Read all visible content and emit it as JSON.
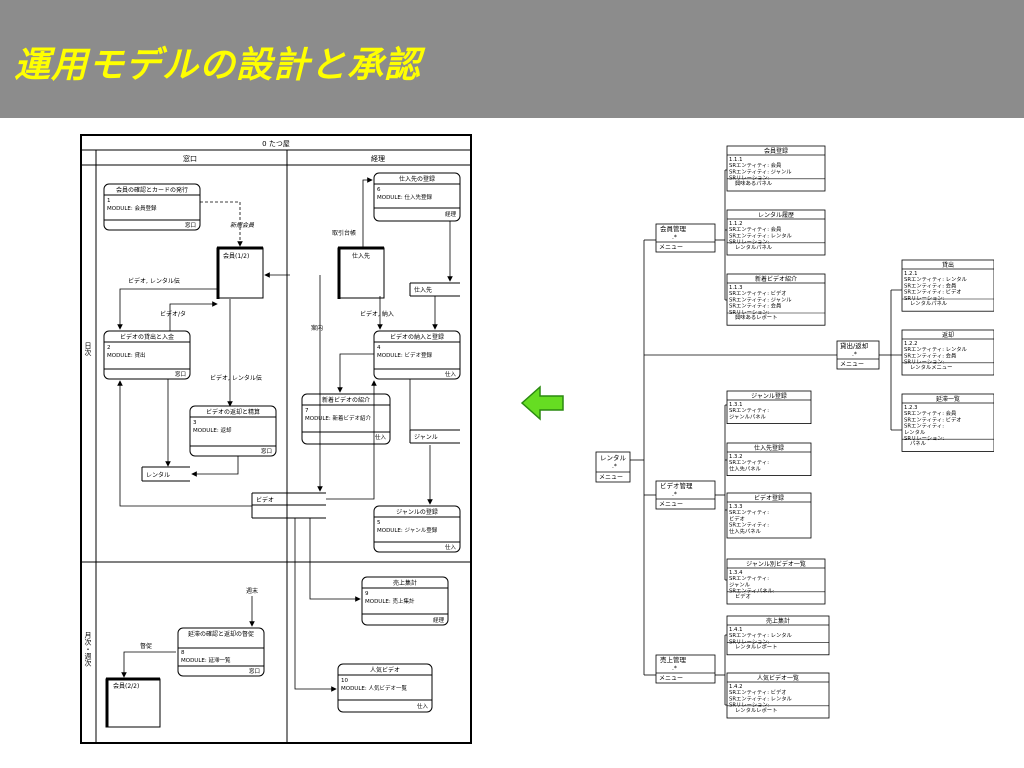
{
  "slide": {
    "title": "運用モデルの設計と承認"
  },
  "dfd": {
    "org": "0 たつ屋",
    "lanes": {
      "madoguchi": "窓口",
      "keiri": "経理"
    },
    "bands": {
      "daily": "日次",
      "monthly": "月次・週次"
    },
    "processes": [
      {
        "name": "会員の確認とカードの発行",
        "number": "1",
        "module": "MODULE: 会員登録",
        "actor": "窓口"
      },
      {
        "name": "ビデオの貸出と入金",
        "number": "2",
        "module": "MODULE: 貸出",
        "actor": "窓口"
      },
      {
        "name": "ビデオの返却と精算",
        "number": "3",
        "module": "MODULE: 返却",
        "actor": "窓口"
      },
      {
        "name": "ビデオの納入と登録",
        "number": "4",
        "module": "MODULE: ビデオ登録",
        "actor": "仕入"
      },
      {
        "name": "ジャンルの登録",
        "number": "5",
        "module": "MODULE: ジャンル登録",
        "actor": "仕入"
      },
      {
        "name": "仕入先の登録",
        "number": "6",
        "module": "MODULE: 仕入先登録",
        "actor": "経理"
      },
      {
        "name": "新着ビデオの紹介",
        "number": "7",
        "module": "MODULE: 新着ビデオ紹介",
        "actor": "仕入"
      },
      {
        "name": "延滞の確認と返却の督促",
        "number": "8",
        "module": "MODULE: 延滞一覧",
        "actor": "窓口"
      },
      {
        "name": "売上集計",
        "number": "9",
        "module": "MODULE: 売上集計",
        "actor": "経理"
      },
      {
        "name": "人気ビデオ",
        "number": "10",
        "module": "MODULE: 人気ビデオ一覧",
        "actor": "仕入"
      }
    ],
    "entities": {
      "member1": "会員(1/2)",
      "member2": "会員(2/2)",
      "supplier": "仕入先"
    },
    "stores": {
      "rental": "レンタル",
      "video": "ビデオ",
      "supplier": "仕入先",
      "genre": "ジャンル"
    },
    "flows": {
      "new_member": "新規会員",
      "video_rental": "ビデオ, レンタル伝",
      "video_data": "ビデオ/タ",
      "video_rental2": "ビデオ, レンタル伝",
      "ledger": "取引台帳",
      "delivery": "ビデオ, 納入",
      "guide": "案内",
      "weekend": "週末",
      "reminder": "督促"
    }
  },
  "menu": {
    "root": {
      "title": "レンタル",
      "mult": ".*",
      "type": "メニュー"
    },
    "groups": [
      {
        "title": "会員管理",
        "mult": ".*",
        "type": "メニュー"
      },
      {
        "title": "貸出/返却",
        "mult": ".*",
        "type": "メニュー"
      },
      {
        "title": "ビデオ管理",
        "mult": ".*",
        "type": "メニュー"
      },
      {
        "title": "売上管理",
        "mult": ".*",
        "type": "メニュー"
      }
    ],
    "screens": [
      {
        "title": "会員登録",
        "lines": [
          "1.1.1",
          "SRエンティティ: 会員",
          "SRエンティティ: ジャンル",
          "SRリレーション:"
        ],
        "footer": "興味あるパネル"
      },
      {
        "title": "レンタル履歴",
        "lines": [
          "1.1.2",
          "SRエンティティ: 会員",
          "SRエンティティ: レンタル",
          "SRリレーション:"
        ],
        "footer": "レンタルパネル"
      },
      {
        "title": "新着ビデオ紹介",
        "lines": [
          "1.1.3",
          "SRエンティティ: ビデオ",
          "SRエンティティ: ジャンル",
          "SRエンティティ: 会員",
          "SRリレーション:"
        ],
        "footer": "興味あるレポート"
      },
      {
        "title": "貸出",
        "lines": [
          "1.2.1",
          "SRエンティティ: レンタル",
          "SRエンティティ: 会員",
          "SRエンティティ: ビデオ",
          "SRリレーション:"
        ],
        "footer": "レンタルパネル"
      },
      {
        "title": "返却",
        "lines": [
          "1.2.2",
          "SRエンティティ: レンタル",
          "SRエンティティ: 会員",
          "SRリレーション:"
        ],
        "footer": "レンタルメニュー"
      },
      {
        "title": "延滞一覧",
        "lines": [
          "1.2.3",
          "SRエンティティ: 会員",
          "SRエンティティ: ビデオ",
          "SRエンティティ:",
          "レンタル",
          "SRリレーション:"
        ],
        "footer": "パネル"
      },
      {
        "title": "ジャンル登録",
        "lines": [
          "1.3.1",
          "SRエンティティ:",
          "ジャンルパネル"
        ],
        "footer": ""
      },
      {
        "title": "仕入先登録",
        "lines": [
          "1.3.2",
          "SRエンティティ:",
          "仕入先パネル"
        ],
        "footer": ""
      },
      {
        "title": "ビデオ登録",
        "lines": [
          "1.3.3",
          "SRエンティティ:",
          "ビデオ",
          "SRエンティティ:",
          "仕入先パネル"
        ],
        "footer": ""
      },
      {
        "title": "ジャンル別ビデオ一覧",
        "lines": [
          "1.3.4",
          "SRエンティティ:",
          "ジャンル",
          "SRエンティパネル:"
        ],
        "footer": "ビデオ"
      },
      {
        "title": "売上集計",
        "lines": [
          "1.4.1",
          "SRエンティティ: レンタル",
          "SRリレーション:"
        ],
        "footer": "レンタルレポート"
      },
      {
        "title": "人気ビデオ一覧",
        "lines": [
          "1.4.2",
          "SRエンティティ: ビデオ",
          "SRエンティティ: レンタル",
          "SRリレーション:"
        ],
        "footer": "レンタルレポート"
      }
    ]
  },
  "colors": {
    "header_bg": "#8c8c8c",
    "title": "#ffff00",
    "arrow_fill": "#66dd22",
    "arrow_stroke": "#2a8a10"
  }
}
